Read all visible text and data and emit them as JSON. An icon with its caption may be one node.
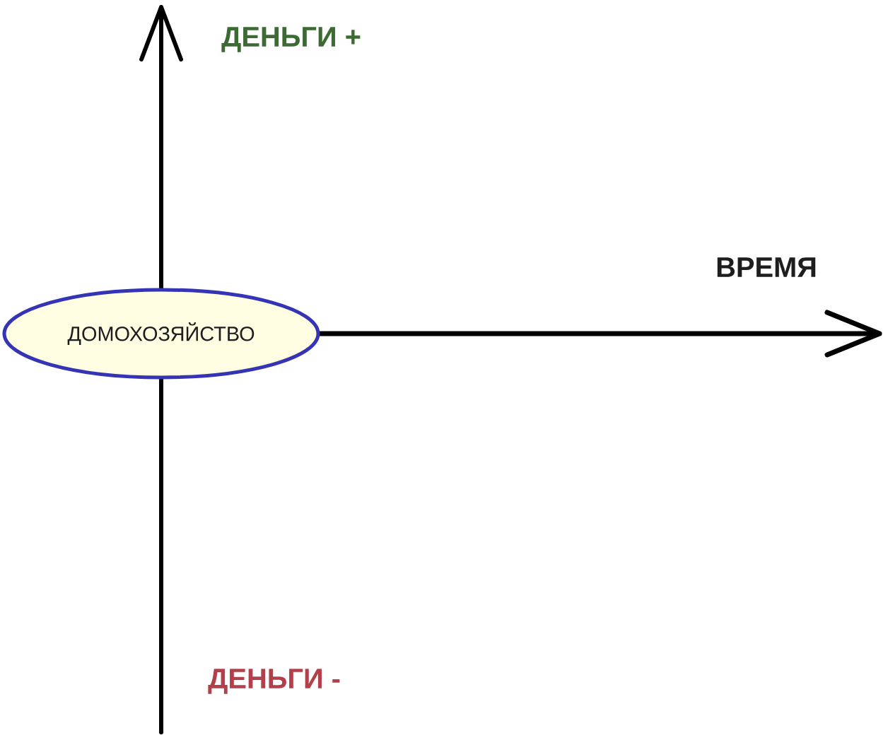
{
  "diagram": {
    "nodes": [
      {
        "text": [
          "ДОМОХОЗЯЙСТВО"
        ]
      }
    ],
    "labels": [
      "ДЕНЬГИ +",
      "ВРЕМЯ",
      "ДЕНЬГИ -"
    ]
  }
}
